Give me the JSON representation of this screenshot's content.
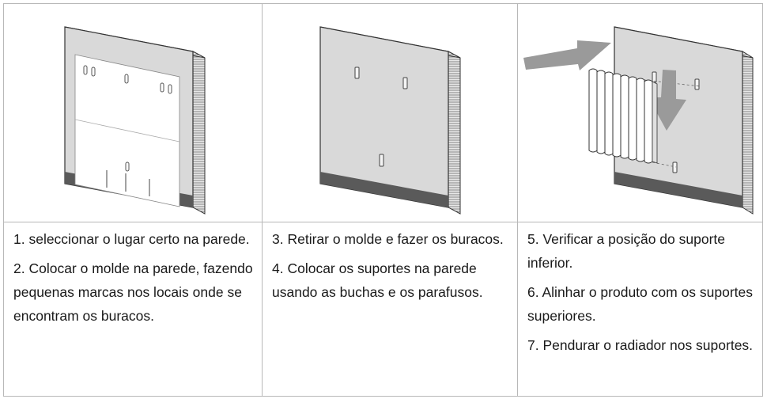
{
  "steps": [
    {
      "paragraphs": [
        "1. seleccionar o lugar certo na parede.",
        "2. Colocar o molde na parede, fazendo pequenas marcas nos locais onde se encontram os buracos."
      ]
    },
    {
      "paragraphs": [
        "3. Retirar o molde e fazer os buracos.",
        "4. Colocar os suportes na parede usando as buchas e os parafusos."
      ]
    },
    {
      "paragraphs": [
        "5. Verificar a posição do suporte inferior.",
        "6. Alinhar o produto com os suportes superiores.",
        "7. Pendurar o radiador nos suportes."
      ]
    }
  ],
  "illustrations": [
    "wall-template-illustration",
    "wall-brackets-illustration",
    "radiator-mount-illustration"
  ],
  "colors": {
    "wall": "#d9d9d9",
    "floor_strip": "#5a5a5a",
    "arrow": "#9a9a9a",
    "border": "#b8b8b8"
  }
}
